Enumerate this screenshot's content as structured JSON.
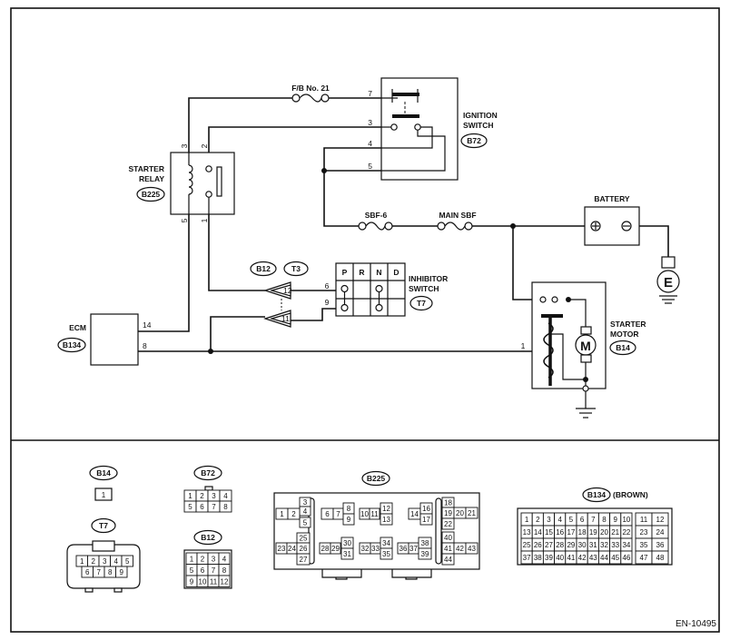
{
  "connectors": {
    "ignition_switch": {
      "label_line1": "IGNITION",
      "label_line2": "SWITCH",
      "id": "B72",
      "pins": [
        "7",
        "3",
        "4",
        "5"
      ]
    },
    "starter_relay": {
      "label_line1": "STARTER",
      "label_line2": "RELAY",
      "id": "B225",
      "pins": [
        "3",
        "2",
        "5",
        "1"
      ]
    },
    "fuse_fb": {
      "label": "F/B No. 21"
    },
    "fuse_sbf6": {
      "label": "SBF-6"
    },
    "fuse_main": {
      "label": "MAIN SBF"
    },
    "battery": {
      "label": "BATTERY"
    },
    "ground_e": {
      "label": "E"
    },
    "inhibitor_switch": {
      "label_line1": "INHIBITOR",
      "label_line2": "SWITCH",
      "id": "T7",
      "positions": [
        "P",
        "R",
        "N",
        "D"
      ],
      "pins": [
        "6",
        "9"
      ]
    },
    "joint_b12": {
      "id": "B12",
      "pins": [
        "12",
        "11"
      ]
    },
    "joint_t3": {
      "id": "T3"
    },
    "ecm": {
      "label": "ECM",
      "id": "B134",
      "pins": [
        "14",
        "8"
      ]
    },
    "starter_motor": {
      "label_line1": "STARTER",
      "label_line2": "MOTOR",
      "id": "B14",
      "pins": [
        "1"
      ],
      "motor_symbol": "M"
    }
  },
  "views": {
    "b14": {
      "id": "B14",
      "cells": [
        "1"
      ]
    },
    "b72": {
      "id": "B72",
      "rows": [
        [
          "1",
          "2",
          "3",
          "4"
        ],
        [
          "5",
          "6",
          "7",
          "8"
        ]
      ]
    },
    "t7": {
      "id": "T7",
      "rows": [
        [
          "1",
          "2",
          "3",
          "4",
          "5"
        ],
        [
          "6",
          "7",
          "8",
          "9"
        ]
      ]
    },
    "b12": {
      "id": "B12",
      "rows": [
        [
          "1",
          "2",
          "3",
          "4"
        ],
        [
          "5",
          "6",
          "7",
          "8"
        ],
        [
          "9",
          "10",
          "11",
          "12"
        ]
      ]
    },
    "b225": {
      "id": "B225",
      "cells": [
        "1",
        "2",
        "3",
        "4",
        "5",
        "6",
        "7",
        "8",
        "9",
        "10",
        "11",
        "12",
        "13",
        "14",
        "15",
        "16",
        "17",
        "18",
        "19",
        "20",
        "21",
        "22",
        "23",
        "24",
        "25",
        "26",
        "27",
        "28",
        "29",
        "30",
        "31",
        "32",
        "33",
        "34",
        "35",
        "36",
        "37",
        "38",
        "39",
        "40",
        "41",
        "42",
        "43",
        "44"
      ]
    },
    "b134": {
      "id": "B134",
      "suffix": "(BROWN)",
      "cells": [
        "1",
        "2",
        "3",
        "4",
        "5",
        "6",
        "7",
        "8",
        "9",
        "10",
        "11",
        "12",
        "13",
        "14",
        "15",
        "16",
        "17",
        "18",
        "19",
        "20",
        "21",
        "22",
        "23",
        "24",
        "25",
        "26",
        "27",
        "28",
        "29",
        "30",
        "31",
        "32",
        "33",
        "34",
        "35",
        "36",
        "37",
        "38",
        "39",
        "40",
        "41",
        "42",
        "43",
        "44",
        "45",
        "46",
        "47",
        "48"
      ]
    }
  },
  "footer": {
    "code": "EN-10495"
  },
  "colors": {
    "ink": "#111111",
    "background": "#ffffff"
  }
}
